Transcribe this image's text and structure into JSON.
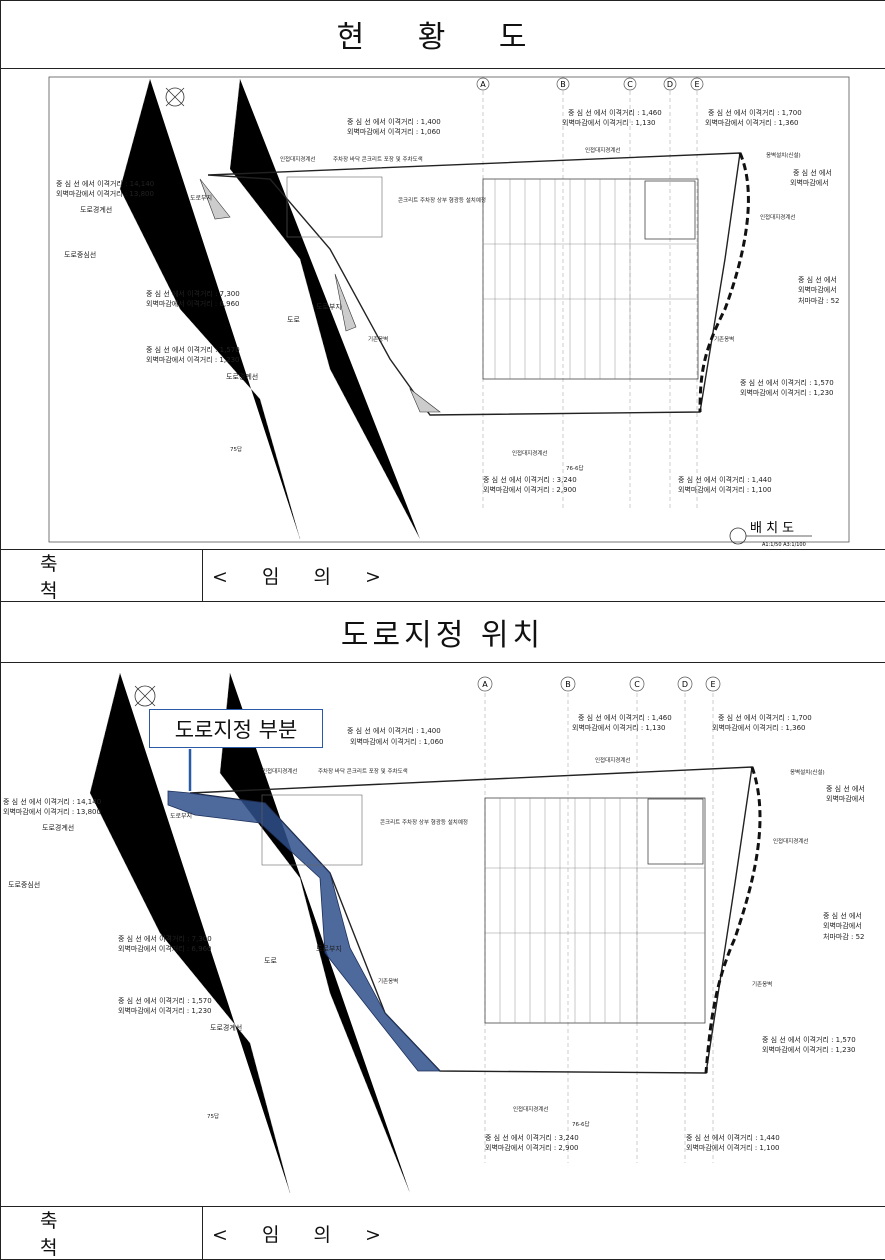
{
  "section1": {
    "title": "현 황 도",
    "scale_label": "축 척",
    "scale_value": "< 임 의 >",
    "plan_caption": "배 치 도",
    "plan_sub": "A1:1/50 A3:1/100"
  },
  "section2": {
    "title": "도로지정 위치",
    "callout": "도로지정 부분",
    "scale_label": "축 척",
    "scale_value": "< 임 의 >"
  },
  "plan": {
    "grid_marks": [
      "A",
      "B",
      "C",
      "D",
      "E"
    ],
    "notes": {
      "top_mid_1": "중 심 선 에서 이격거리 : 1,400",
      "top_mid_2": "외벽마감에서 이격거리 : 1,060",
      "top_r1_1": "중 심 선 에서 이격거리 : 1,460",
      "top_r1_2": "외벽마감에서 이격거리 : 1,130",
      "top_r2_1": "중 심 선 에서 이격거리 : 1,700",
      "top_r2_2": "외벽마감에서 이격거리 : 1,360",
      "left_a1": "중 심 선 에서 이격거리 : 14,140",
      "left_a2": "외벽마감에서 이격거리 : 13,800",
      "left_b1": "중 심 선 에서 이격거리 : 7,300",
      "left_b2": "외벽마감에서 이격거리 : 6,960",
      "left_c1": "중 심 선 에서 이격거리 : 1,570",
      "left_c2": "외벽마감에서 이격거리 : 1,230",
      "bot_m1": "중 심 선 에서 이격거리 : 3,240",
      "bot_m2": "외벽마감에서 이격거리 : 2,900",
      "bot_r1": "중 심 선 에서 이격거리 : 1,440",
      "bot_r2": "외벽마감에서 이격거리 : 1,100",
      "right_a1": "중 심 선 에서",
      "right_a2": "외벽마감에서",
      "right_b1": "중 심 선 에서",
      "right_b2": "외벽마감에서",
      "right_b3": "처마마감 : 52",
      "right_c1": "중 심 선 에서 이격거리 : 1,570",
      "right_c2": "외벽마감에서 이격거리 : 1,230",
      "lbl_road_boundary": "도로경계선",
      "lbl_road_center": "도로중심선",
      "lbl_adj_boundary": "인접대지경계선",
      "lbl_parking": "주차장 바닥 콘크리트 포장 및 주차도색",
      "lbl_building": "콘크리트 주차장 상부 형광등 설치예정",
      "lbl_existing": "기존옹벽",
      "lbl_road": "도로",
      "lbl_road_part": "도로부지",
      "lbl_site": "75답",
      "lbl_site2": "76-6답",
      "lbl_neighbor": "인접대지경계선",
      "lbl_wall": "옹벽설치(신설)"
    }
  }
}
